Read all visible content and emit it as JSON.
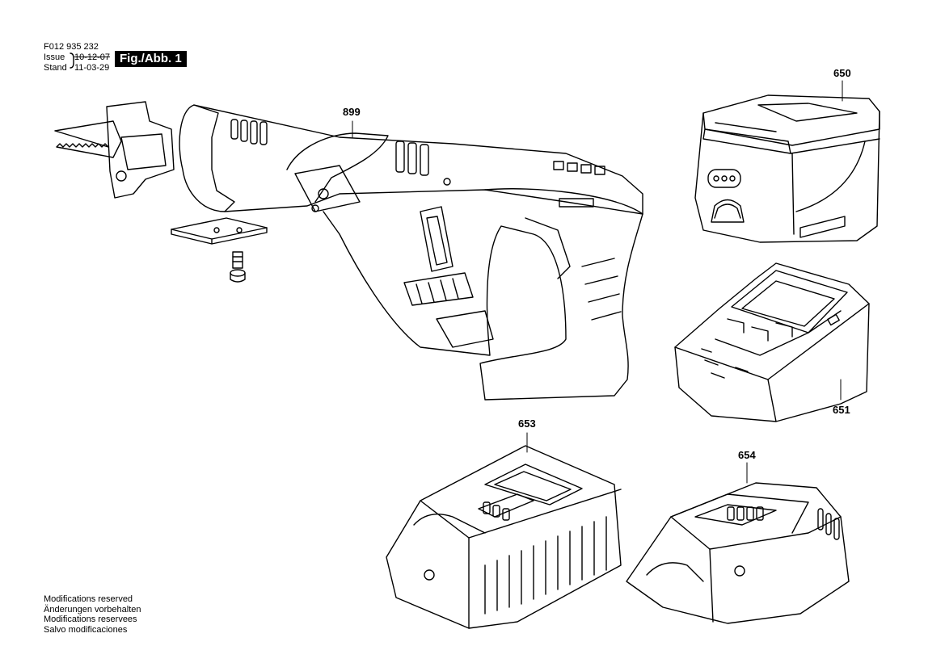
{
  "header": {
    "doc_number": "F012 935 232",
    "issue_label": "Issue",
    "stand_label": "Stand",
    "issue_date": "10-12-07",
    "stand_date": "11-03-29",
    "figure_label": "Fig./Abb. 1"
  },
  "callouts": {
    "saw": "899",
    "battery_tall": "650",
    "battery_flat": "651",
    "charger_large": "653",
    "charger_small": "654"
  },
  "notes": [
    "Modifications reserved",
    "Änderungen vorbehalten",
    "Modifications reservees",
    "Salvo modificaciones"
  ]
}
